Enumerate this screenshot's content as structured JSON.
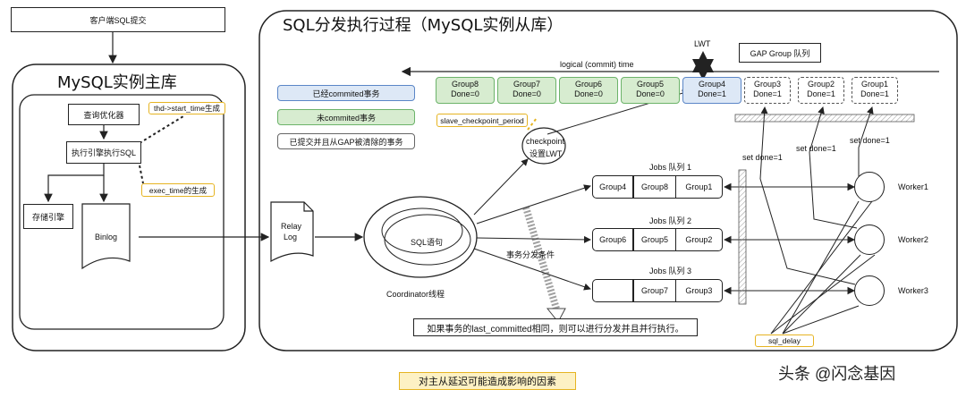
{
  "client_box": "客户端SQL提交",
  "master": {
    "title": "MySQL实例主库",
    "optimizer": "查询优化器",
    "executor": "执行引擎执行SQL",
    "storage": "存储引擎",
    "binlog": "Binlog",
    "note_start_time": "thd->start_time生成",
    "note_exec_time": "exec_time的生成"
  },
  "slave": {
    "title": "SQL分发执行过程（MySQL实例从库）",
    "lwt": "LWT",
    "gap_queue": "GAP Group 队列",
    "logical_time": "logical (commit) time",
    "legend_committed": "已经commited事务",
    "legend_uncommitted": "未commited事务",
    "legend_gap_cleared": "已提交并且从GAP被清除的事务",
    "note_checkpoint_period": "slave_checkpoint_period",
    "checkpoint": "checkpoint",
    "set_lwt": "设置LWT",
    "relay_line1": "Relay",
    "relay_line2": "Log",
    "sql_stmt": "SQL语句",
    "coordinator": "Coordinator线程",
    "dispatch_cond": "事务分发条件",
    "bottom_note": "如果事务的last_committed相同，则可以进行分发并且并行执行。",
    "sql_delay": "sql_delay",
    "set_done_1": "set done=1",
    "set_done_2": "set done=1",
    "set_done_3": "set done=1"
  },
  "timeline_groups": [
    {
      "name": "Group8",
      "done": "Done=0",
      "style": "green"
    },
    {
      "name": "Group7",
      "done": "Done=0",
      "style": "green"
    },
    {
      "name": "Group6",
      "done": "Done=0",
      "style": "green"
    },
    {
      "name": "Group5",
      "done": "Done=0",
      "style": "green"
    },
    {
      "name": "Group4",
      "done": "Done=1",
      "style": "blue"
    },
    {
      "name": "Group3",
      "done": "Done=1",
      "style": "gap"
    },
    {
      "name": "Group2",
      "done": "Done=1",
      "style": "gap"
    },
    {
      "name": "Group1",
      "done": "Done=1",
      "style": "gap"
    }
  ],
  "jobs": [
    {
      "title": "Jobs 队列 1",
      "cells": [
        "Group4",
        "Group8",
        "Group1"
      ],
      "worker": "Worker1"
    },
    {
      "title": "Jobs 队列 2",
      "cells": [
        "Group6",
        "Group5",
        "Group2"
      ],
      "worker": "Worker2"
    },
    {
      "title": "Jobs 队列 3",
      "cells": [
        "",
        "Group7",
        "Group3"
      ],
      "worker": "Worker3"
    }
  ],
  "caption": "对主从延迟可能造成影响的因素",
  "watermark": "头条 @闪念基因",
  "colors": {
    "green_fill": "#d7ecd0",
    "green_border": "#6cb36a",
    "blue_fill": "#dde8f6",
    "blue_border": "#5b86c7",
    "note_border": "#e6b422",
    "caption_fill": "#fdf1c4"
  }
}
